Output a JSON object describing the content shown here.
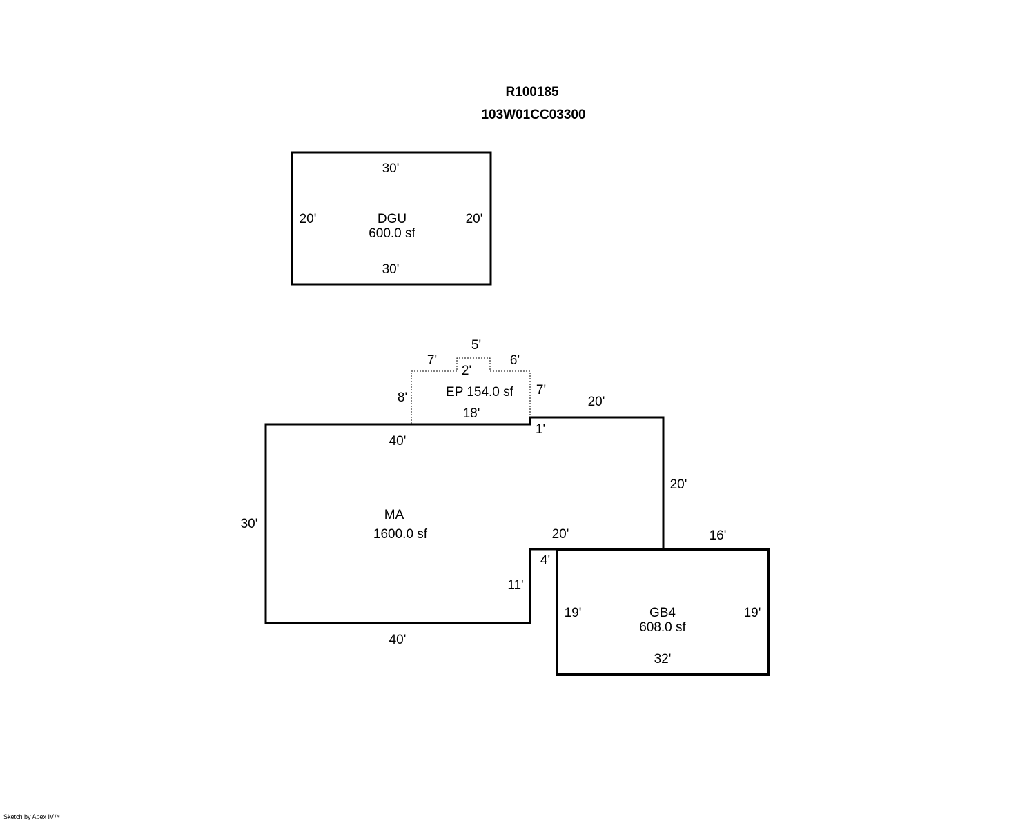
{
  "header": {
    "account": "R100185",
    "map_tax_lot": "103W01CC03300"
  },
  "areas": {
    "dgu": {
      "code": "DGU",
      "area": "600.0 sf",
      "dims": {
        "top": "30'",
        "bottom": "30'",
        "left": "20'",
        "right": "20'"
      }
    },
    "ep": {
      "label": "EP 154.0 sf",
      "dims": {
        "top_left": "7'",
        "top_mid": "5'",
        "step": "2'",
        "top_right": "6'",
        "left": "8'",
        "right": "7'",
        "base": "18'"
      }
    },
    "ma": {
      "code": "MA",
      "area": "1600.0 sf",
      "dims": {
        "top": "40'",
        "left": "30'",
        "bottom": "40'",
        "notch": "1'",
        "upper_top": "20'",
        "upper_right": "20'",
        "inner_top": "20'",
        "inner_step": "4'",
        "inner_right": "11'"
      }
    },
    "gb4": {
      "code": "GB4",
      "area": "608.0 sf",
      "dims": {
        "top": "16'",
        "left": "19'",
        "right": "19'",
        "bottom": "32'"
      }
    }
  },
  "footer": {
    "credit": "Sketch by Apex IV™"
  }
}
